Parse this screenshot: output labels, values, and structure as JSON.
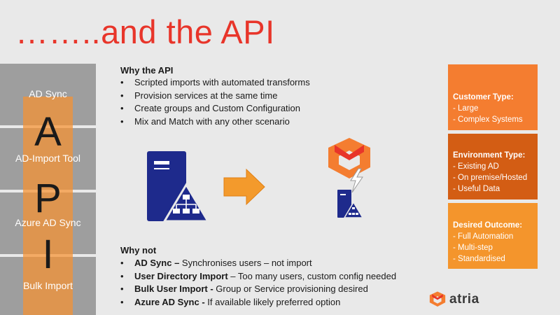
{
  "slide": {
    "title": "……..and the API"
  },
  "stack": {
    "items": [
      "AD Sync",
      "AD-Import Tool",
      "Azure AD Sync",
      "Bulk Import"
    ],
    "letters": [
      "A",
      "P",
      "I"
    ]
  },
  "why": {
    "heading": "Why the API",
    "bullets": [
      "Scripted imports with automated transforms",
      "Provision services at the same time",
      "Create groups and Custom Configuration",
      "Mix and Match with any other scenario"
    ]
  },
  "why_not": {
    "heading": "Why not",
    "bullets": [
      {
        "bold": "AD Sync –",
        "text": " Synchronises users – not import"
      },
      {
        "bold": "User Directory Import",
        "text": " – Too many users, custom config needed"
      },
      {
        "bold": "Bulk User Import -",
        "text": "  Group or Service provisioning desired"
      },
      {
        "bold": "Azure AD Sync  -",
        "text": " If available likely preferred option"
      }
    ]
  },
  "boxes": [
    {
      "heading": "Customer Type:",
      "items": [
        "- Large",
        "- Complex Systems"
      ],
      "color": "#f47d30"
    },
    {
      "heading": "Environment Type:",
      "items": [
        "- Existing AD",
        "-  On premise/Hosted",
        "- Useful Data"
      ],
      "color": "#d35d14"
    },
    {
      "heading": "Desired Outcome:",
      "items": [
        "- Full Automation",
        "- Multi-step",
        "- Standardised"
      ],
      "color": "#f4952c"
    }
  ],
  "brand": {
    "name": "atria"
  },
  "colors": {
    "title": "#e8352a",
    "server": "#1e2a8c",
    "arrow": "#f39a2c",
    "logo_orange": "#f47d30",
    "logo_red": "#e8352a"
  },
  "icons": [
    "server-network-icon",
    "arrow-right-icon",
    "atria-logo-icon",
    "lightning-icon",
    "small-server-icon"
  ]
}
